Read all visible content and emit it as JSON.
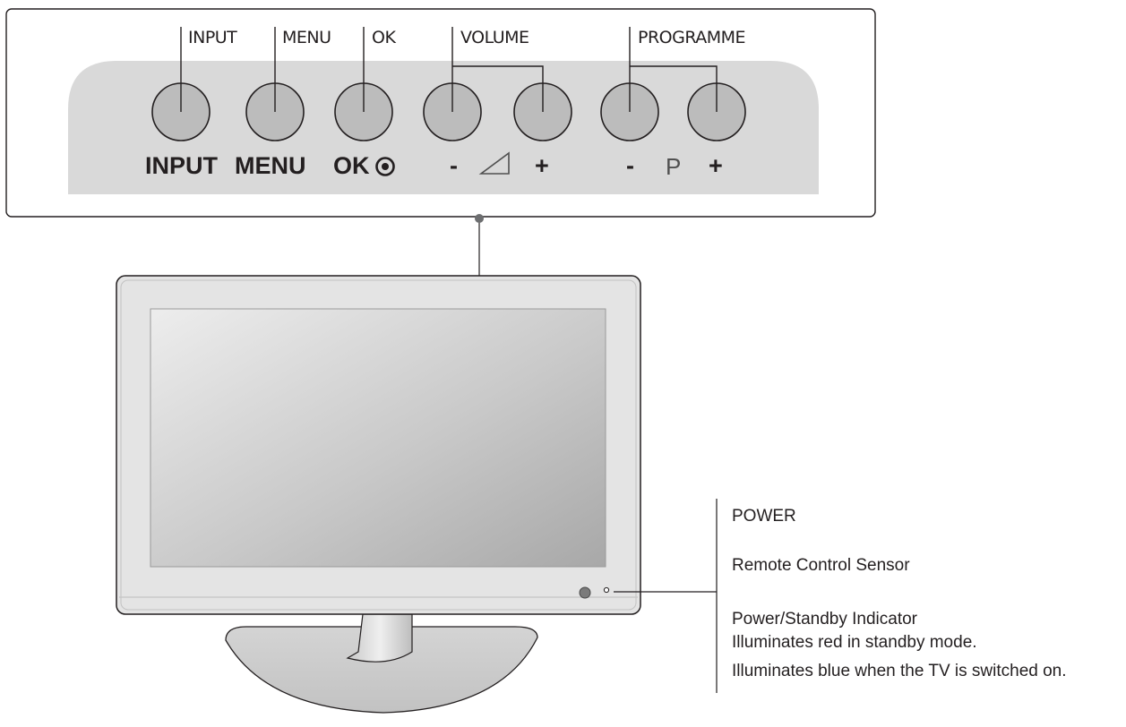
{
  "control_panel": {
    "callouts": {
      "input": "INPUT",
      "menu": "MENU",
      "ok": "OK",
      "volume": "VOLUME",
      "programme": "PROGRAMME"
    },
    "panel_labels": {
      "input": "INPUT",
      "menu": "MENU",
      "ok": "OK",
      "vol_minus": "-",
      "vol_plus": "+",
      "prog_minus": "-",
      "prog_letter": "P",
      "prog_plus": "+"
    },
    "colors": {
      "panel": "#d9d9d9",
      "button": "#bcbcbc",
      "outline": "#231f20"
    }
  },
  "tv_annotations": {
    "power": "POWER",
    "remote_sensor": "Remote Control Sensor",
    "indicator_title": "Power/Standby Indicator",
    "indicator_line1": "Illuminates red in standby mode.",
    "indicator_line2": "Illuminates blue when the TV is switched on."
  }
}
